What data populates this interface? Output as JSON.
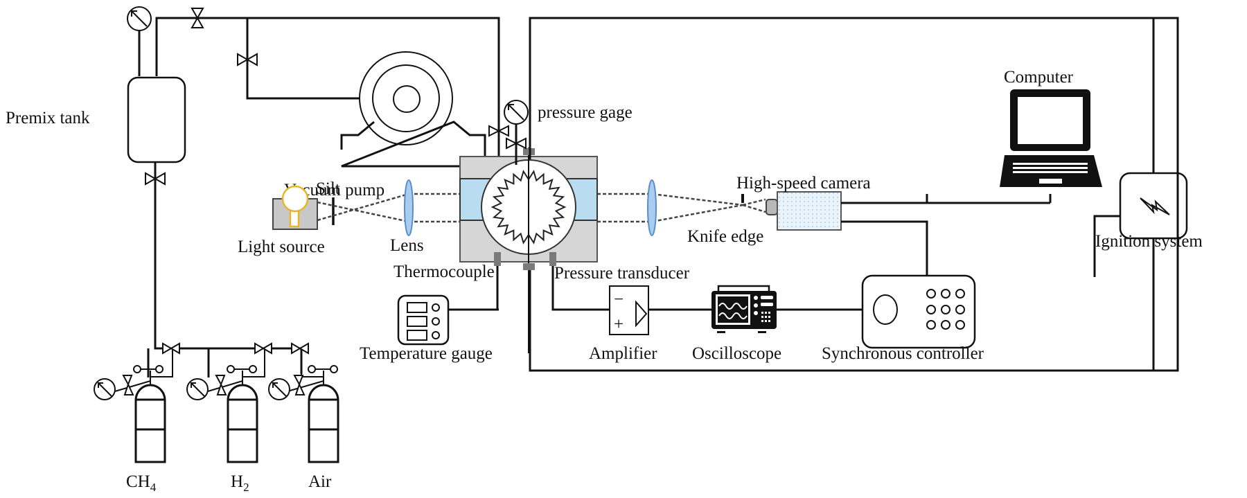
{
  "labels": {
    "premix_tank": "Premix tank",
    "vacuum_pump": "Vacuum pump",
    "silt": "Silt",
    "light_source": "Light source",
    "lens": "Lens",
    "pressure_gage": "pressure gage",
    "thermocouple": "Thermocouple",
    "pressure_transducer": "Pressure transducer",
    "temperature_gauge": "Temperature gauge",
    "amplifier": "Amplifier",
    "oscilloscope": "Oscilloscope",
    "synchronous_controller": "Synchronous controller",
    "high_speed_camera": "High-speed camera",
    "knife_edge": "Knife edge",
    "computer": "Computer",
    "ignition_system": "Ignition system",
    "gas_ch4_main": "CH",
    "gas_ch4_sub": "4",
    "gas_h2_main": "H",
    "gas_h2_sub": "2",
    "gas_air": "Air"
  },
  "amplifier_symbols": {
    "minus": "−",
    "plus": "+"
  },
  "colors": {
    "window": "#b9dcf0",
    "chamber": "#d6d6d6",
    "lens": "#a9cdee",
    "lens_stroke": "#5b8cc8",
    "bulb": "#e8b524",
    "sensor": "#7a7a7a"
  }
}
